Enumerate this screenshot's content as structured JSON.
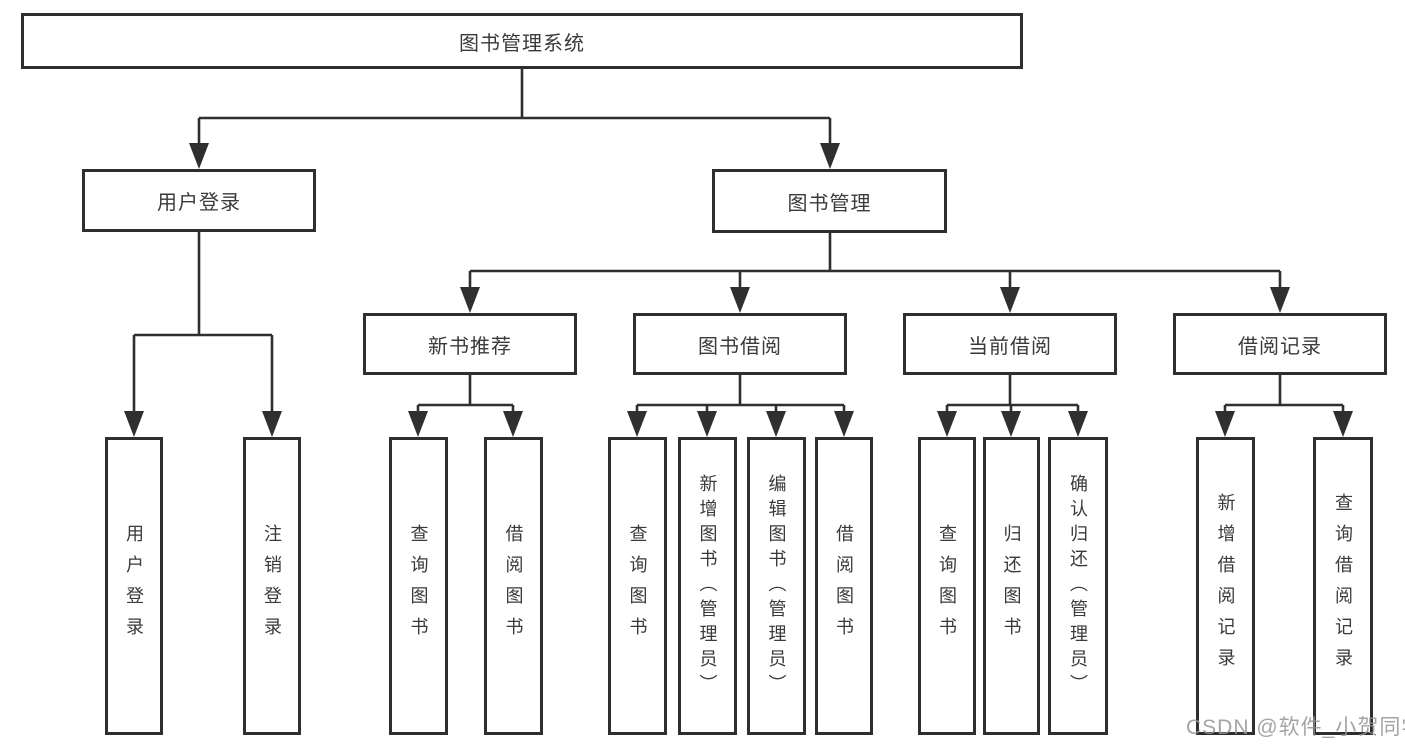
{
  "diagram_title": "图书管理系统",
  "tree": {
    "label": "图书管理系统",
    "children": [
      {
        "label": "用户登录",
        "children": [
          {
            "label": "用户登录"
          },
          {
            "label": "注销登录"
          }
        ]
      },
      {
        "label": "图书管理",
        "children": [
          {
            "label": "新书推荐",
            "children": [
              {
                "label": "查询图书"
              },
              {
                "label": "借阅图书"
              }
            ]
          },
          {
            "label": "图书借阅",
            "children": [
              {
                "label": "查询图书"
              },
              {
                "label": "新增图书（管理员）"
              },
              {
                "label": "编辑图书（管理员）"
              },
              {
                "label": "借阅图书"
              }
            ]
          },
          {
            "label": "当前借阅",
            "children": [
              {
                "label": "查询图书"
              },
              {
                "label": "归还图书"
              },
              {
                "label": "确认归还（管理员）"
              }
            ]
          },
          {
            "label": "借阅记录",
            "children": [
              {
                "label": "新增借阅记录"
              },
              {
                "label": "查询借阅记录"
              }
            ]
          }
        ]
      }
    ]
  },
  "watermark": {
    "text": "CSDN @软件_小贺同学"
  },
  "colors": {
    "line": "#2f2f2f",
    "box_border": "#2e2e2e",
    "text": "#3a3a3a",
    "background": "#ffffff",
    "watermark": "#949494"
  }
}
